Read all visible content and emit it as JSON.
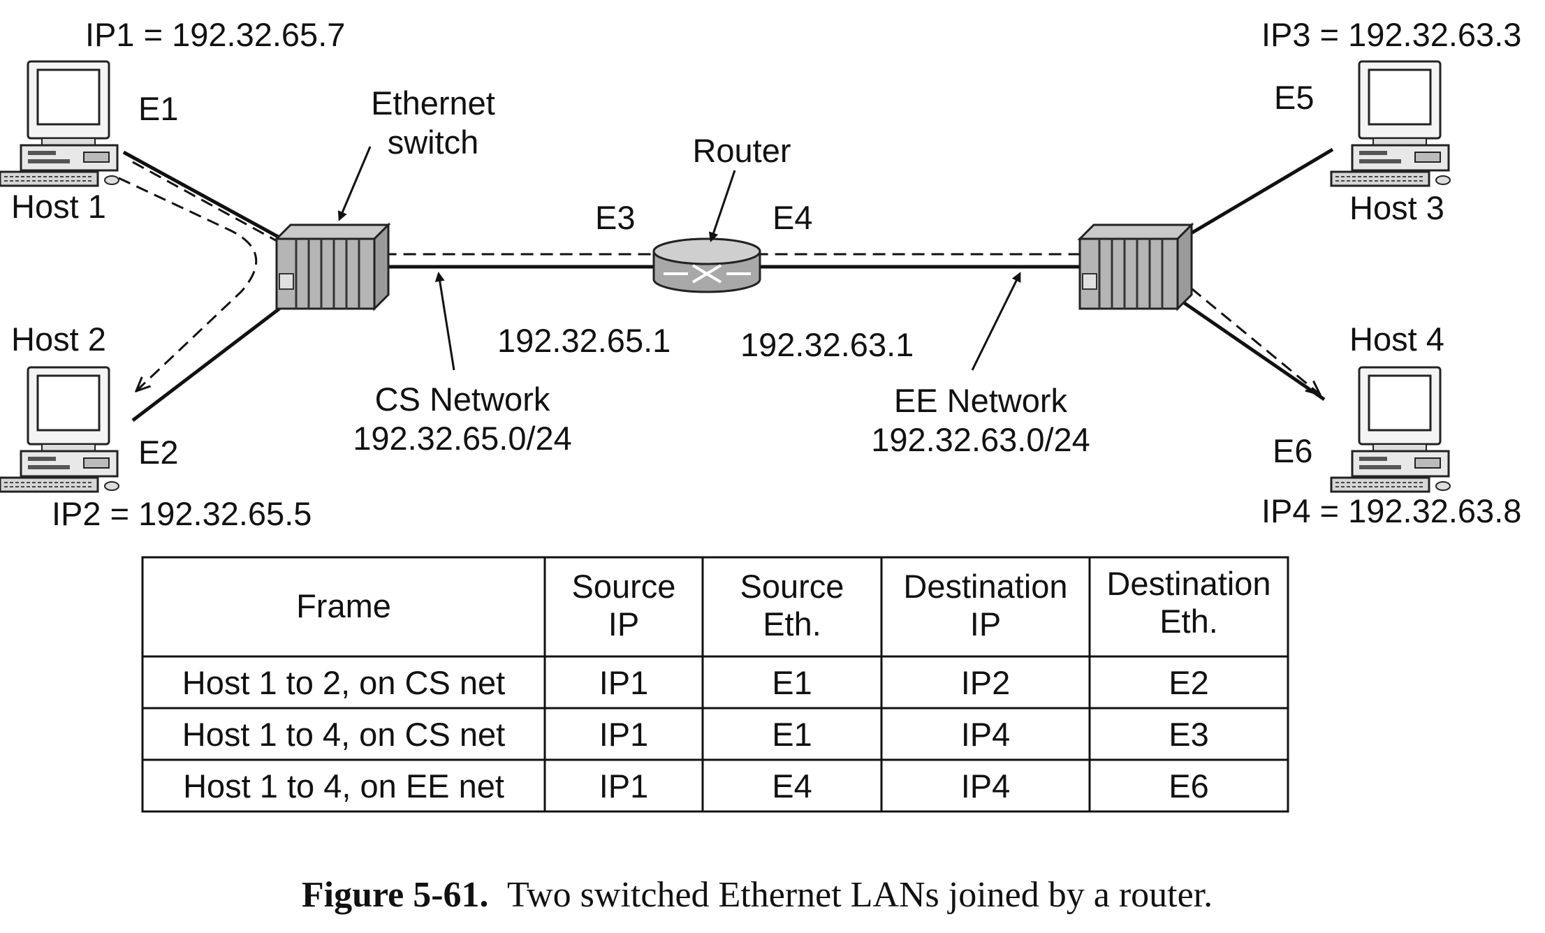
{
  "hosts": {
    "host1": {
      "name": "Host 1",
      "ip": "IP1 = 192.32.65.7",
      "eth": "E1"
    },
    "host2": {
      "name": "Host 2",
      "ip": "IP2 = 192.32.65.5",
      "eth": "E2"
    },
    "host3": {
      "name": "Host 3",
      "ip": "IP3 = 192.32.63.3",
      "eth": "E5"
    },
    "host4": {
      "name": "Host 4",
      "ip": "IP4 = 192.32.63.8",
      "eth": "E6"
    }
  },
  "switch_label": [
    "Ethernet",
    "switch"
  ],
  "router": {
    "label": "Router",
    "eth_left": "E3",
    "eth_right": "E4",
    "ip_left": "192.32.65.1",
    "ip_right": "192.32.63.1"
  },
  "networks": {
    "cs": {
      "name": "CS Network",
      "prefix": "192.32.65.0/24"
    },
    "ee": {
      "name": "EE Network",
      "prefix": "192.32.63.0/24"
    }
  },
  "table": {
    "headers": [
      [
        "Frame"
      ],
      [
        "Source",
        "IP"
      ],
      [
        "Source",
        "Eth."
      ],
      [
        "Destination",
        "IP"
      ],
      [
        "Destination",
        "Eth."
      ]
    ],
    "rows": [
      [
        "Host 1 to 2, on CS net",
        "IP1",
        "E1",
        "IP2",
        "E2"
      ],
      [
        "Host 1 to 4, on CS net",
        "IP1",
        "E1",
        "IP4",
        "E3"
      ],
      [
        "Host 1 to 4, on EE net",
        "IP1",
        "E4",
        "IP4",
        "E6"
      ]
    ]
  },
  "caption": {
    "label": "Figure 5-61.",
    "text": "Two switched Ethernet LANs joined by a router."
  }
}
